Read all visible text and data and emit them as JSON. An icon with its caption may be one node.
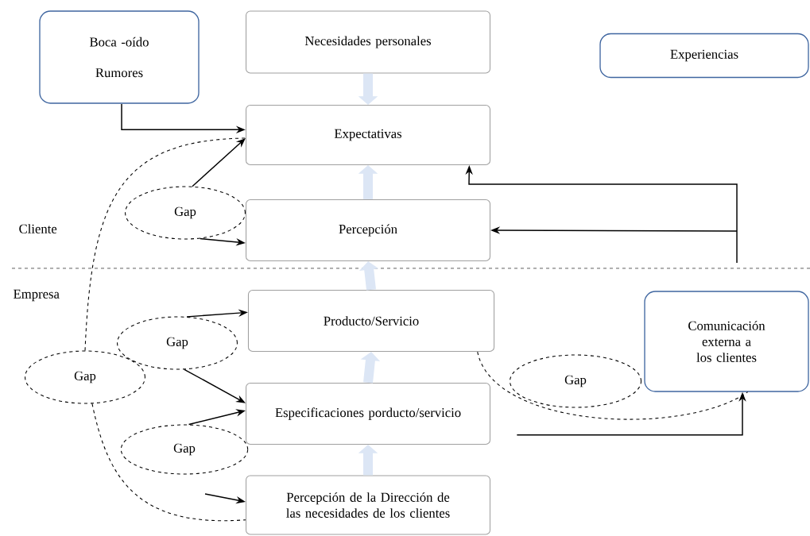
{
  "diagram": {
    "nodes": [
      {
        "text": [
          "Boca -oído",
          "Rumores"
        ]
      },
      {
        "text": [
          "Necesidades personales"
        ]
      },
      {
        "text": [
          "Experiencias"
        ]
      },
      {
        "text": [
          "Expectativas"
        ]
      },
      {
        "text": [
          "Gap"
        ]
      },
      {
        "text": [
          "Percepción"
        ]
      },
      {
        "text": [
          "Producto/Servicio"
        ]
      },
      {
        "text": [
          "Comunicación externa a los clientes"
        ]
      },
      {
        "text": [
          "Gap"
        ]
      },
      {
        "text": [
          "Gap"
        ]
      },
      {
        "text": [
          "Gap"
        ]
      },
      {
        "text": [
          "Especificaciones porducto/servicio"
        ]
      },
      {
        "text": [
          "Gap"
        ]
      },
      {
        "text": [
          "Percepción de la Dirección de las necesidades de los clientes"
        ]
      }
    ],
    "edges": [
      {
        "from": 0,
        "to": 3,
        "arrow": "to"
      },
      {
        "from": 1,
        "to": 3,
        "arrow": "to",
        "style": "thick",
        "color": "#dce6f5"
      },
      {
        "from": 5,
        "to": 3,
        "arrow": "to",
        "style": "thick",
        "color": "#dce6f5"
      },
      {
        "from": 6,
        "to": 5,
        "arrow": "to",
        "style": "thick",
        "color": "#dce6f5"
      },
      {
        "from": 11,
        "to": 6,
        "arrow": "to",
        "style": "thick",
        "color": "#dce6f5"
      },
      {
        "from": 13,
        "to": 11,
        "arrow": "to",
        "style": "thick",
        "color": "#dce6f5"
      },
      {
        "from": 4,
        "to": 3,
        "arrow": "to"
      },
      {
        "from": 4,
        "to": 5,
        "arrow": "to"
      },
      {
        "from": 9,
        "to": 6,
        "arrow": "to"
      },
      {
        "from": 9,
        "to": 11,
        "arrow": "to"
      },
      {
        "from": 12,
        "to": 11,
        "arrow": "to"
      },
      {
        "from": 8,
        "to": 3,
        "arrow": "none",
        "style": "dashed"
      },
      {
        "from": 8,
        "to": 13,
        "arrow": "none",
        "style": "dashed"
      },
      {
        "from": null,
        "to": 13,
        "arrow": "to"
      },
      {
        "from": 6,
        "to": 7,
        "arrow": "none",
        "style": "dashed"
      },
      {
        "from": 11,
        "to": 7,
        "arrow": "to"
      },
      {
        "from": null,
        "to": 3,
        "arrow": "to"
      },
      {
        "from": null,
        "to": 5,
        "arrow": "to"
      }
    ],
    "labels": [
      "Cliente",
      "Empresa"
    ]
  }
}
